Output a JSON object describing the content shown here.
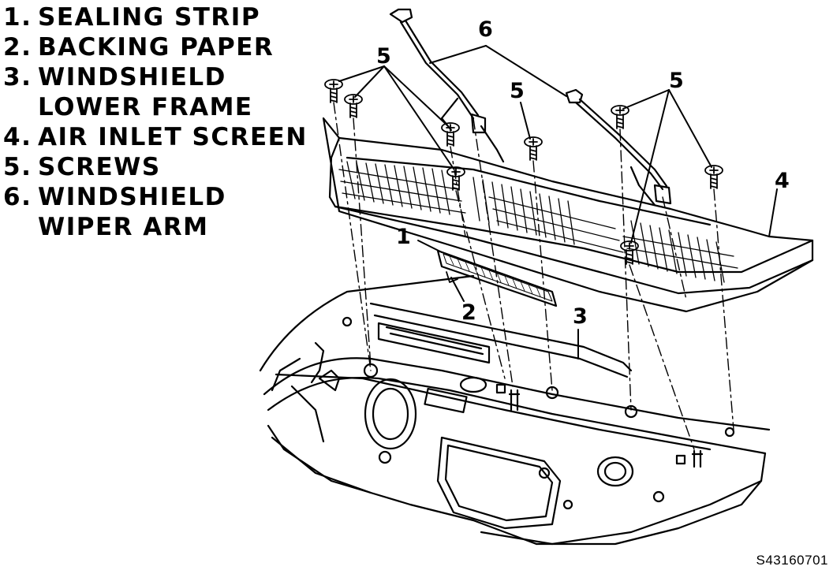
{
  "legend": [
    {
      "num": "1.",
      "text": "SEALING STRIP"
    },
    {
      "num": "2.",
      "text": "BACKING PAPER"
    },
    {
      "num": "3.",
      "text": "WINDSHIELD",
      "cont": "LOWER FRAME"
    },
    {
      "num": "4.",
      "text": "AIR INLET SCREEN"
    },
    {
      "num": "5.",
      "text": "SCREWS"
    },
    {
      "num": "6.",
      "text": "WINDSHIELD",
      "cont": "WIPER ARM"
    }
  ],
  "callouts": {
    "c1": "1",
    "c2": "2",
    "c3": "3",
    "c4": "4",
    "c5": "5",
    "c6": "6"
  },
  "figure_id": "S43160701"
}
